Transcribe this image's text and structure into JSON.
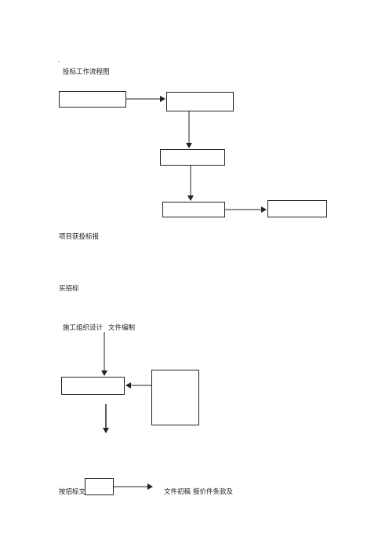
{
  "document": {
    "mark": "·",
    "title": "投标工作流程图",
    "labels": {
      "project_info": "项目获投标报",
      "buy_tender": "买招标",
      "construction": "施工组织设计",
      "doc_prep": "文件编制",
      "bid_doc": "按招标文",
      "draft": "文件初稿",
      "quote": "报价件条款及"
    },
    "colors": {
      "line": "#222222",
      "text": "#222222",
      "background": "#ffffff"
    }
  }
}
